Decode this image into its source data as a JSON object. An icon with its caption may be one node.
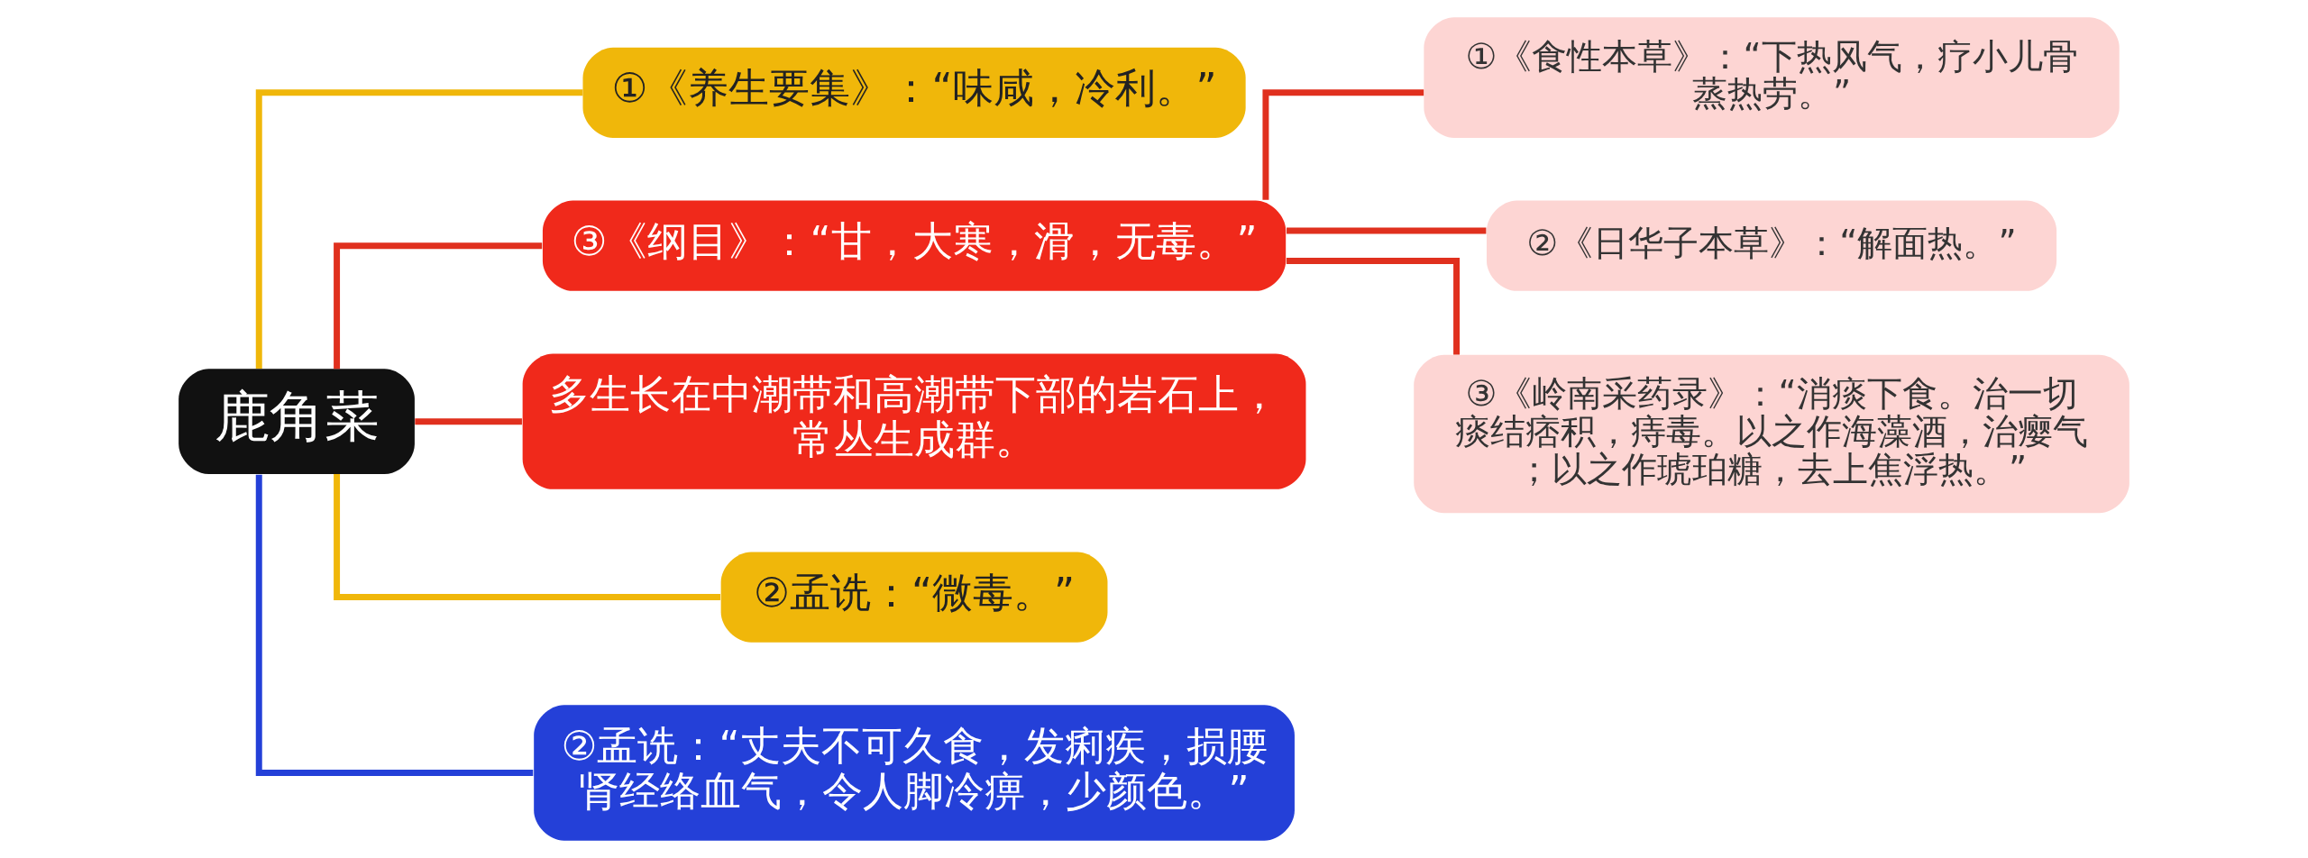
{
  "diagram": {
    "nodes": [
      {
        "text": [
          "鹿角菜"
        ]
      },
      {
        "text": [
          "①《养生要集》：“味咸，冷利。”"
        ]
      },
      {
        "text": [
          "③《纲目》：“甘，大寒，滑，无毒。”"
        ]
      },
      {
        "text": [
          "①《食性本草》：“下热风气，疗小儿骨蒸热劳。”"
        ]
      },
      {
        "text": [
          "②《日华子本草》：“解面热。”"
        ]
      },
      {
        "text": [
          "③《岭南采药录》：“消痰下食。治一切痰结痞积，痔毒。以之作海藻酒，治瘿气；以之作琥珀糖，去上焦浮热。”"
        ]
      },
      {
        "text": [
          "多生长在中潮带和高潮带下部的岩石上，常丛生成群。"
        ]
      },
      {
        "text": [
          "②孟诜：“微毒。”"
        ]
      },
      {
        "text": [
          "②孟诜：“丈夫不可久食，发痢疾，损腰肾经络血气，令人脚冷痹，少颜色。”"
        ]
      }
    ],
    "edges": [
      {
        "from": 0,
        "to": 1,
        "arrow": "none",
        "color": "#f0b70a"
      },
      {
        "from": 0,
        "to": 2,
        "arrow": "none"
      },
      {
        "from": 2,
        "to": 3,
        "arrow": "none"
      },
      {
        "from": 2,
        "to": 4,
        "arrow": "none"
      },
      {
        "from": 2,
        "to": 5,
        "arrow": "none"
      },
      {
        "from": 0,
        "to": 6,
        "arrow": "none"
      },
      {
        "from": 0,
        "to": 7,
        "arrow": "none",
        "color": "#f0b70a"
      },
      {
        "from": 0,
        "to": 8,
        "arrow": "none",
        "color": "#2440d8"
      }
    ]
  }
}
